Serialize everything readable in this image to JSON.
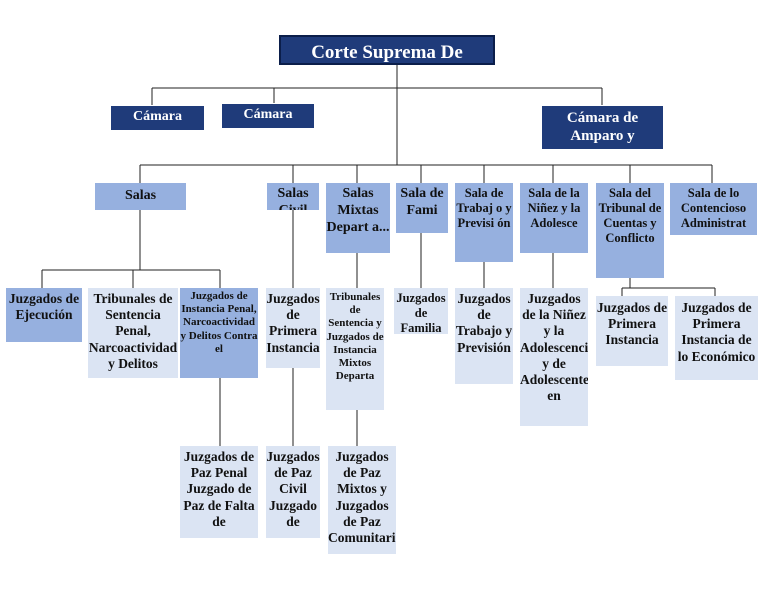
{
  "root": "Corte Suprema De",
  "level1": {
    "camara_1": "Cámara",
    "camara_2": "Cámara",
    "camara_amparo": "Cámara de Amparo y"
  },
  "level2": {
    "salas": "Salas",
    "salas_civil": "Salas Civil",
    "salas_mixtas": "Salas Mixtas Depart a...",
    "sala_familia": "Sala de Fami",
    "sala_trabajo": "Sala de Trabaj o y Previsi ón",
    "sala_ninez": "Sala de la Niñez y la Adolesce",
    "sala_tribunal_cuentas": "Sala del Tribunal de Cuentas y Conflicto",
    "sala_contencioso": "Sala de lo Contencioso Administrat"
  },
  "level3": {
    "juzgados_ejecucion": "Juzgados de Ejecución",
    "tribunales_sentencia_penal": "Tribunales de Sentencia Penal, Narcoactividad y Delitos",
    "juzgados_instancia_penal": "Juzgados de Instancia Penal, Narcoactividad y Delitos Contra el",
    "juzgados_primera_instancia_civil": "Juzgados de Primera Instancia",
    "tribunales_sentencia_mixtos": "Tribunales de Sentencia y Juzgados de Instancia Mixtos Departa",
    "juzgados_familia": "Juzgados de Familia",
    "juzgados_trabajo": "Juzgados de Trabajo y Previsión",
    "juzgados_ninez": "Juzgados de la Niñez y la Adolescencia y de Adolescentes en",
    "juzgados_primera_instancia": "Juzgados de Primera Instancia",
    "juzgados_primera_instancia_economico": "Juzgados de Primera Instancia de lo Económico"
  },
  "level4": {
    "juzgados_paz_penal": "Juzgados de Paz Penal Juzgado de Paz de Falta de",
    "juzgados_paz_civil": "Juzgados de Paz Civil Juzgado de",
    "juzgados_paz_mixtos": "Juzgados de Paz Mixtos y Juzgados de Paz Comunitarios"
  },
  "colors": {
    "dark": "#1f3b7a",
    "mid": "#96b0df",
    "light": "#dbe4f3",
    "line": "#222222"
  }
}
